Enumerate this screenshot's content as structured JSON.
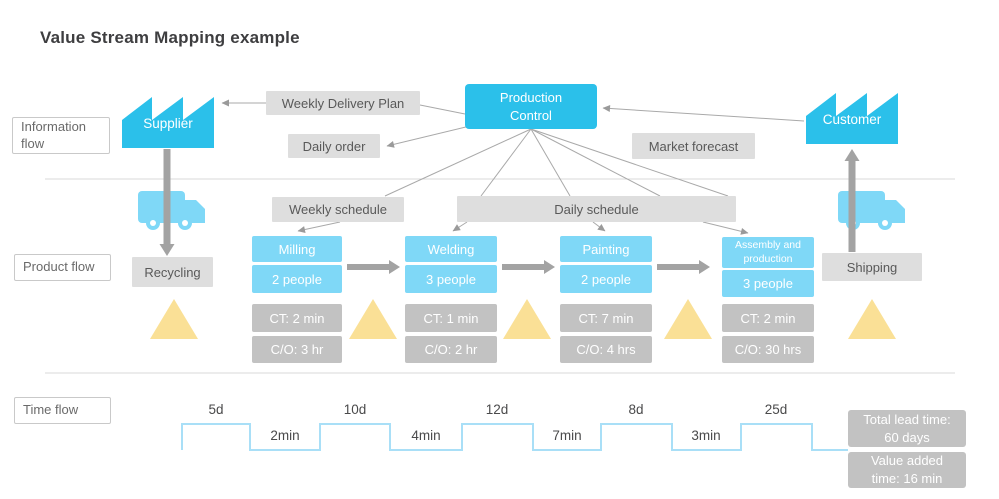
{
  "title": "Value Stream Mapping example",
  "colors": {
    "accent_cyan": "#2bc0ea",
    "light_cyan": "#7fd8f7",
    "timeline_blue": "#a9dff7",
    "light_gray_box": "#dedede",
    "data_gray_box": "#c2c2c2",
    "inventory_yellow": "#fae096",
    "arrow_gray": "#a3a3a3"
  },
  "sections": {
    "information": "Information\nflow",
    "product": "Product flow",
    "time": "Time flow"
  },
  "nodes": {
    "supplier": "Supplier",
    "customer": "Customer",
    "production_control": "Production\nControl",
    "weekly_delivery_plan": "Weekly Delivery Plan",
    "daily_order": "Daily order",
    "market_forecast": "Market forecast",
    "weekly_schedule": "Weekly schedule",
    "daily_schedule": "Daily schedule",
    "recycling": "Recycling",
    "shipping": "Shipping"
  },
  "processes": [
    {
      "name": "Milling",
      "people": "2 people",
      "ct": "CT: 2 min",
      "co": "C/O: 3 hr"
    },
    {
      "name": "Welding",
      "people": "3 people",
      "ct": "CT: 1 min",
      "co": "C/O: 2 hr"
    },
    {
      "name": "Painting",
      "people": "2 people",
      "ct": "CT: 7 min",
      "co": "C/O: 4 hrs"
    },
    {
      "name": "Assembly and\nproduction",
      "people": "3 people",
      "ct": "CT: 2 min",
      "co": "C/O: 30 hrs"
    }
  ],
  "timeline": {
    "segments": [
      {
        "label": "5d",
        "row": "top"
      },
      {
        "label": "2min",
        "row": "bottom"
      },
      {
        "label": "10d",
        "row": "top"
      },
      {
        "label": "4min",
        "row": "bottom"
      },
      {
        "label": "12d",
        "row": "top"
      },
      {
        "label": "7min",
        "row": "bottom"
      },
      {
        "label": "8d",
        "row": "top"
      },
      {
        "label": "3min",
        "row": "bottom"
      },
      {
        "label": "25d",
        "row": "top"
      }
    ],
    "total_lead_time": "Total lead time:\n60 days",
    "value_added_time": "Value added\ntime: 16 min"
  }
}
